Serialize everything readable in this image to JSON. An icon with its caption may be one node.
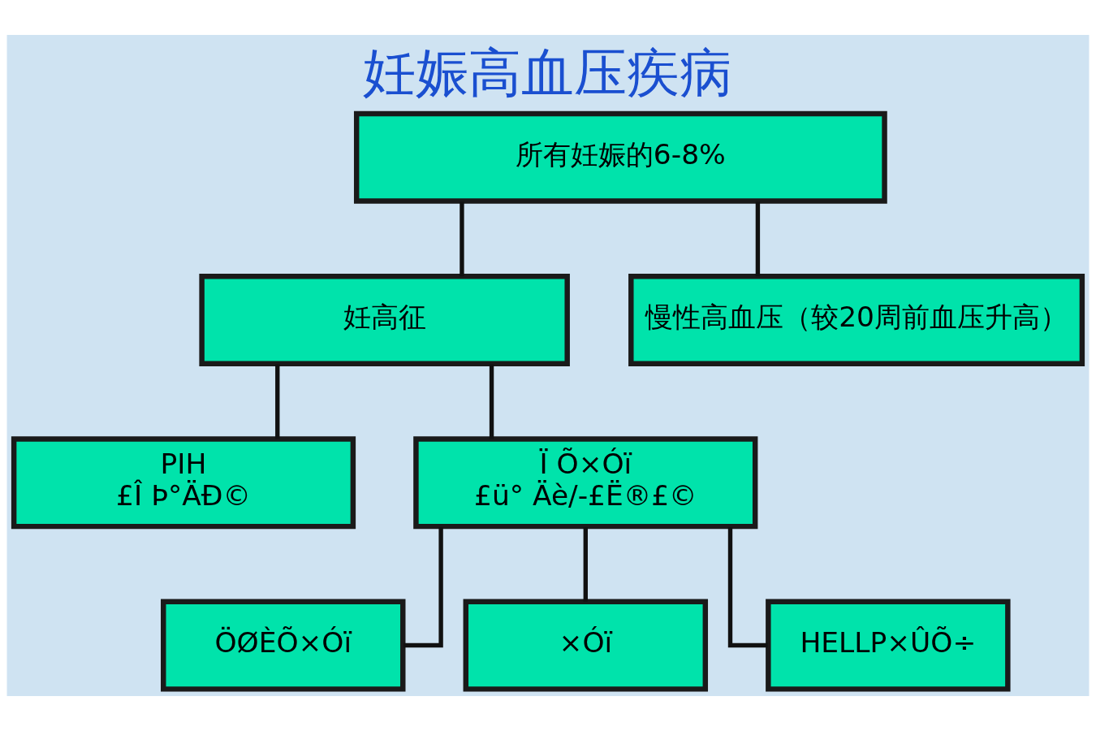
{
  "diagram": {
    "title": "妊娠高血压疾病",
    "nodes": [
      {
        "text": [
          "所有妊娠的6-8%"
        ]
      },
      {
        "text": [
          "妊高征"
        ]
      },
      {
        "text": [
          "慢性高血压（较20周前血压升高）"
        ]
      },
      {
        "text": [
          "PIH",
          "£Î Þ°ÄÐ©"
        ]
      },
      {
        "text": [
          "Ï Õ×Óï",
          "£ü° Äè/-£Ë®£©"
        ]
      },
      {
        "text": [
          "ÖØÈÕ×Óï"
        ]
      },
      {
        "text": [
          "×Óï"
        ]
      },
      {
        "text": [
          "HELLP×ÛÕ÷"
        ]
      }
    ],
    "edges": [
      {
        "from": 0,
        "to": 1,
        "arrow": "none"
      },
      {
        "from": 0,
        "to": 2,
        "arrow": "none"
      },
      {
        "from": 1,
        "to": 3,
        "arrow": "none"
      },
      {
        "from": 1,
        "to": 4,
        "arrow": "none"
      },
      {
        "from": 4,
        "to": 5,
        "arrow": "none"
      },
      {
        "from": 4,
        "to": 6,
        "arrow": "none"
      },
      {
        "from": 4,
        "to": 7,
        "arrow": "none"
      }
    ]
  }
}
